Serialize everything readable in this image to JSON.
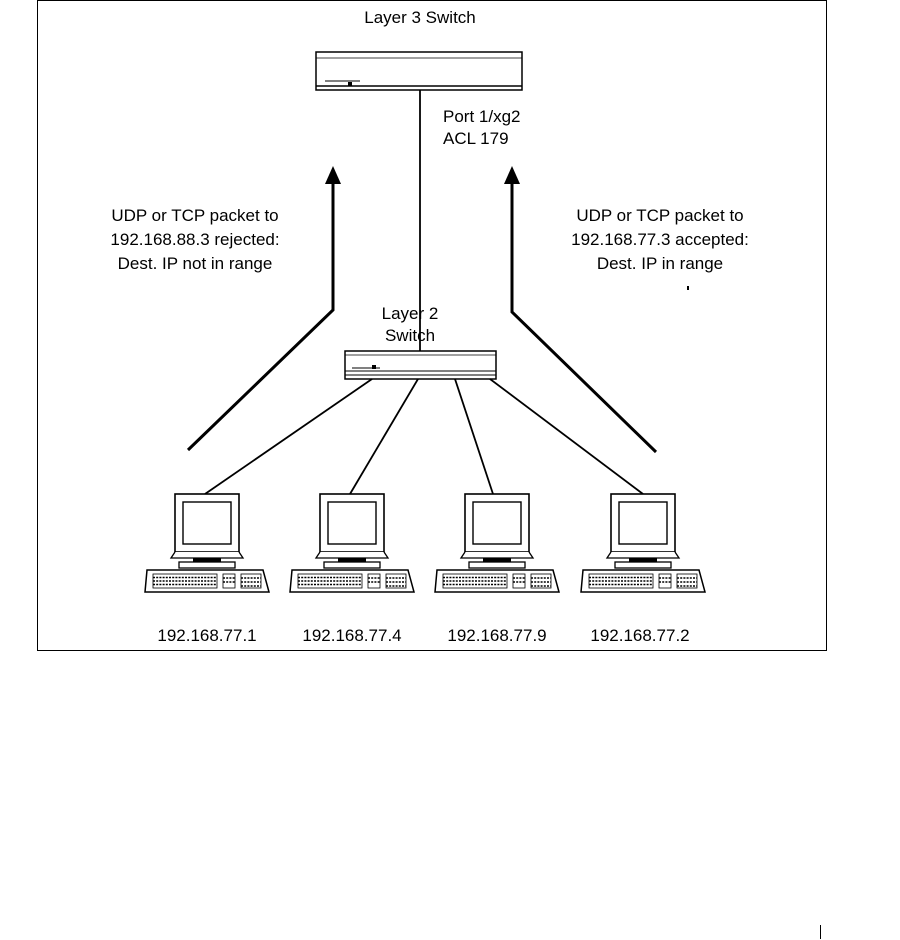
{
  "diagram": {
    "l3_switch_label": "Layer 3 Switch",
    "port_label": "Port 1/xg2",
    "acl_label": "ACL 179",
    "l2_switch_label_line1": "Layer 2",
    "l2_switch_label_line2": "Switch",
    "rejected_note": {
      "line1": "UDP or TCP packet to",
      "line2": "192.168.88.3 rejected:",
      "line3": "Dest. IP not in range"
    },
    "accepted_note": {
      "line1": "UDP or TCP packet to",
      "line2": "192.168.77.3 accepted:",
      "line3": "Dest. IP in range"
    },
    "hosts": [
      {
        "ip": "192.168.77.1"
      },
      {
        "ip": "192.168.77.4"
      },
      {
        "ip": "192.168.77.9"
      },
      {
        "ip": "192.168.77.2"
      }
    ]
  }
}
